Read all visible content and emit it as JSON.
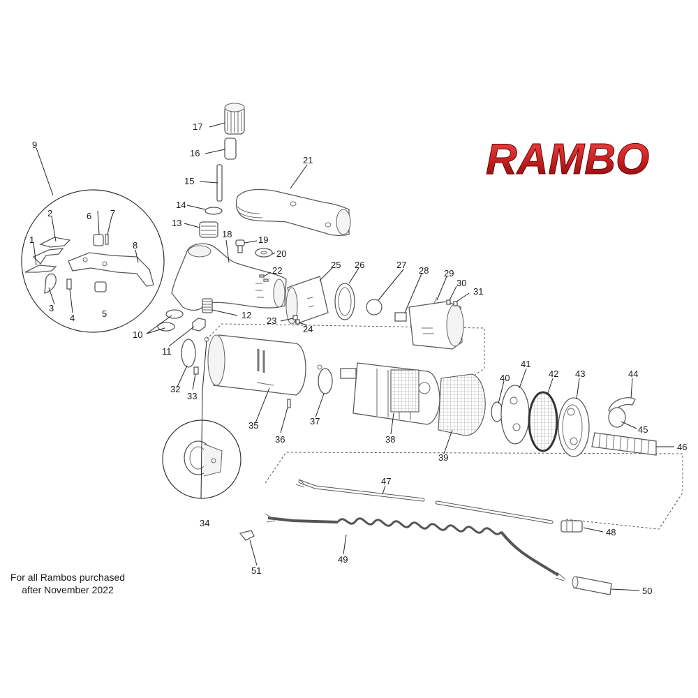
{
  "brand": {
    "name": "RAMBO",
    "color": "#d42a2a"
  },
  "note": {
    "line1": "For all Rambos purchased",
    "line2": "after November 2022"
  },
  "callouts": [
    {
      "id": "1"
    },
    {
      "id": "2"
    },
    {
      "id": "3"
    },
    {
      "id": "4"
    },
    {
      "id": "5"
    },
    {
      "id": "6"
    },
    {
      "id": "7"
    },
    {
      "id": "8"
    },
    {
      "id": "9"
    },
    {
      "id": "10"
    },
    {
      "id": "11"
    },
    {
      "id": "12"
    },
    {
      "id": "13"
    },
    {
      "id": "14"
    },
    {
      "id": "15"
    },
    {
      "id": "16"
    },
    {
      "id": "17"
    },
    {
      "id": "18"
    },
    {
      "id": "19"
    },
    {
      "id": "20"
    },
    {
      "id": "21"
    },
    {
      "id": "22"
    },
    {
      "id": "23"
    },
    {
      "id": "24"
    },
    {
      "id": "25"
    },
    {
      "id": "26"
    },
    {
      "id": "27"
    },
    {
      "id": "28"
    },
    {
      "id": "29"
    },
    {
      "id": "30"
    },
    {
      "id": "31"
    },
    {
      "id": "32"
    },
    {
      "id": "33"
    },
    {
      "id": "34"
    },
    {
      "id": "35"
    },
    {
      "id": "36"
    },
    {
      "id": "37"
    },
    {
      "id": "38"
    },
    {
      "id": "39"
    },
    {
      "id": "40"
    },
    {
      "id": "41"
    },
    {
      "id": "42"
    },
    {
      "id": "43"
    },
    {
      "id": "44"
    },
    {
      "id": "45"
    },
    {
      "id": "46"
    },
    {
      "id": "47"
    },
    {
      "id": "48"
    },
    {
      "id": "49"
    },
    {
      "id": "50"
    },
    {
      "id": "51"
    }
  ]
}
